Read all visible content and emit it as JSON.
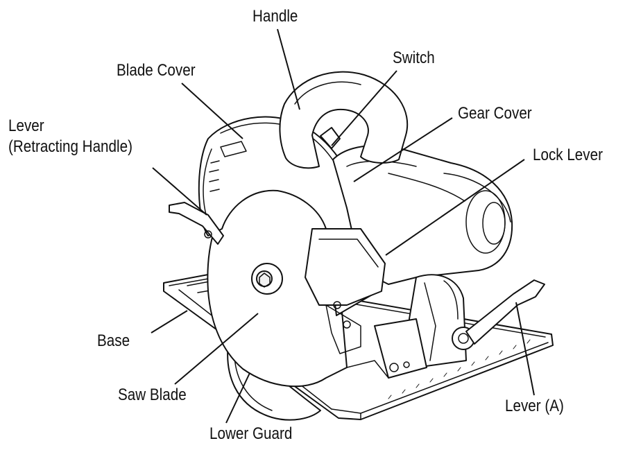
{
  "labels": {
    "handle": "Handle",
    "switch": "Switch",
    "blade_cover": "Blade Cover",
    "gear_cover": "Gear Cover",
    "lever_line1": "Lever",
    "lever_line2": "(Retracting Handle)",
    "lock_lever": "Lock Lever",
    "base": "Base",
    "saw_blade": "Saw Blade",
    "lower_guard": "Lower Guard",
    "lever_a": "Lever (A)"
  },
  "colors": {
    "ink": "#111111",
    "paper": "#ffffff"
  }
}
